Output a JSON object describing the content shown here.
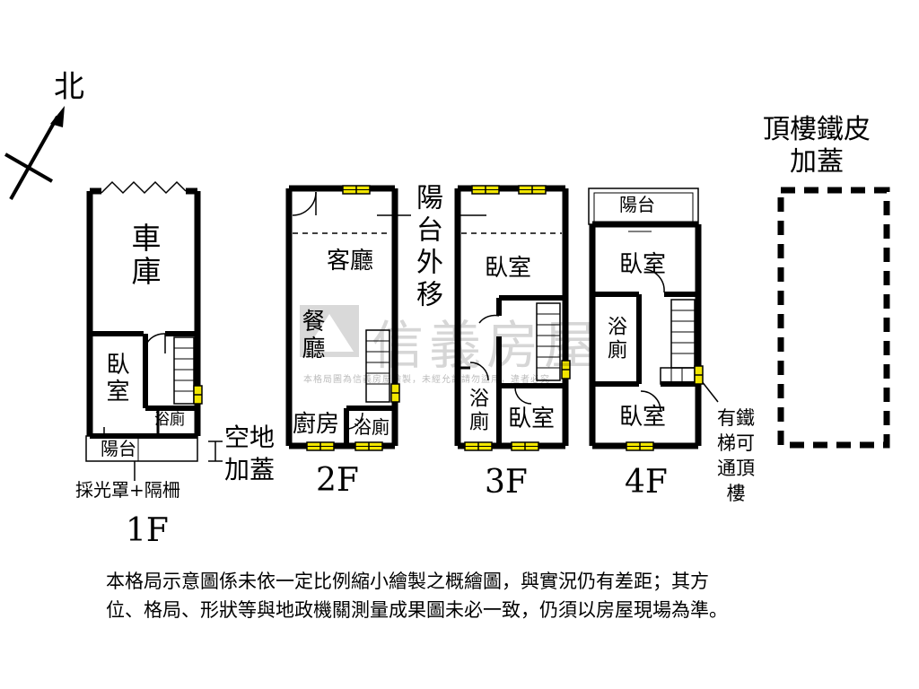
{
  "compass": {
    "label": "北"
  },
  "floor_labels": {
    "f1": "1F",
    "f2": "2F",
    "f3": "3F",
    "f4": "4F"
  },
  "rooms": {
    "f1_garage": "車庫",
    "f1_bedroom": "臥室",
    "f1_bathroom": "浴廁",
    "f1_balcony": "陽台",
    "f2_living": "客廳",
    "f2_dining": "餐廳",
    "f2_kitchen": "廚房",
    "f2_bathroom": "浴廁",
    "f3_bedroom_top": "臥室",
    "f3_bathroom": "浴廁",
    "f3_bedroom_bottom": "臥室",
    "f4_balcony": "陽台",
    "f4_bedroom_top": "臥室",
    "f4_bathroom": "浴廁",
    "f4_bedroom_bottom": "臥室"
  },
  "annotations": {
    "balcony_moved": "陽台外移",
    "open_space_roof": "空地加蓋",
    "skylight": "採光罩+隔柵",
    "iron_ladder": "有鐵梯可通頂樓",
    "rooftop": "頂樓鐵皮",
    "rooftop_add": "加蓋"
  },
  "watermark": {
    "brand": "信義房屋",
    "sub": "本格局圖為信義房屋繪製，未經允許請勿盜用，違者必究"
  },
  "disclaimer": {
    "line1": "本格局示意圖係未依一定比例縮小繪製之概繪圖，與實況仍有差距；其方",
    "line2": "位、格局、形狀等與地政機關測量成果圖未必一致，仍須以房屋現場為準。"
  }
}
